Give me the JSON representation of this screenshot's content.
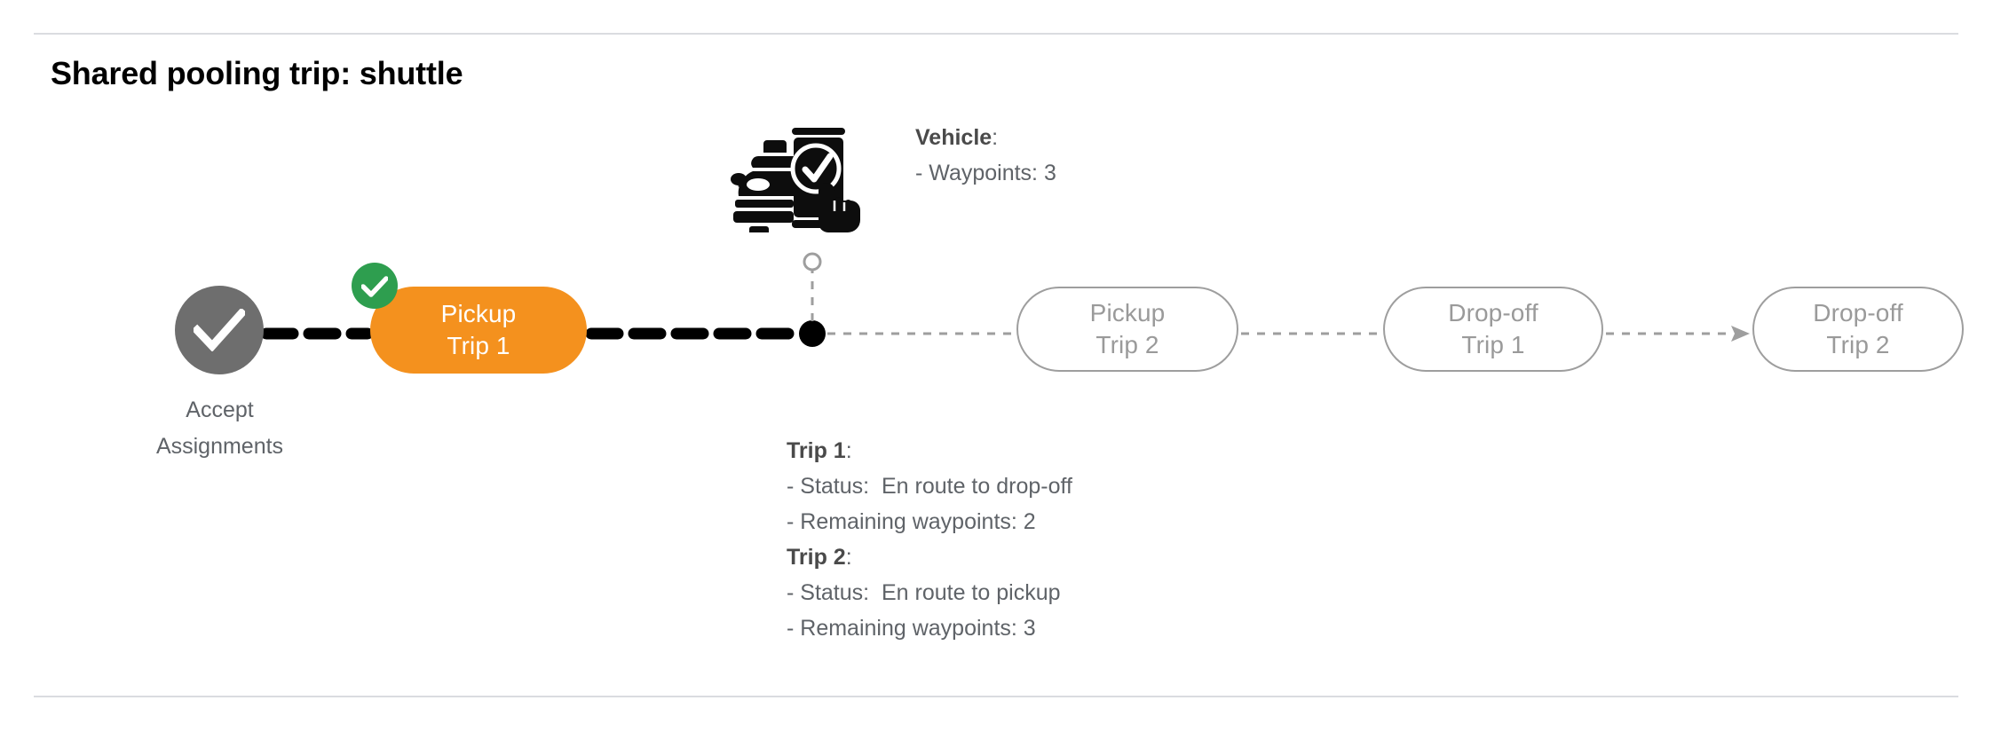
{
  "page": {
    "title": "Shared pooling trip: shuttle",
    "background": "#ffffff",
    "divider_color": "#dadce0"
  },
  "colors": {
    "active_pill": "#F4911E",
    "active_pill_text": "#ffffff",
    "completed_badge": "#2e9e4f",
    "start_disc": "#6e6e6e",
    "pending_outline": "#9e9e9e",
    "pending_text": "#9a9a9a",
    "note_text": "#5f6368",
    "note_heading": "#4a4a4a",
    "connector_active": "#000000",
    "connector_pending": "#9e9e9e"
  },
  "flow": {
    "start": {
      "icon": "check-circle-filled-icon",
      "label_line_1": "Accept",
      "label_line_2": "Assignments"
    },
    "active_step": {
      "line_1": "Pickup",
      "line_2": "Trip 1",
      "badge_icon": "check-badge-icon",
      "state": "completed"
    },
    "vehicle_marker": {
      "icon": "vehicle-phone-check-icon",
      "dot_icon": "current-position-dot-icon",
      "connector_icon": "leader-line-icon"
    },
    "pending_steps": [
      {
        "line_1": "Pickup",
        "line_2": "Trip 2"
      },
      {
        "line_1": "Drop-off",
        "line_2": "Trip 1"
      },
      {
        "line_1": "Drop-off",
        "line_2": "Trip 2"
      }
    ]
  },
  "notes": {
    "vehicle": {
      "heading": "Vehicle",
      "heading_suffix": ":",
      "lines": [
        "- Waypoints: 3"
      ]
    },
    "trips": [
      {
        "heading": "Trip 1",
        "heading_suffix": ":",
        "lines": [
          "- Status:  En route to drop-off",
          "- Remaining waypoints: 2"
        ]
      },
      {
        "heading": "Trip 2",
        "heading_suffix": ":",
        "lines": [
          "- Status:  En route to pickup",
          "- Remaining waypoints: 3"
        ]
      }
    ]
  }
}
